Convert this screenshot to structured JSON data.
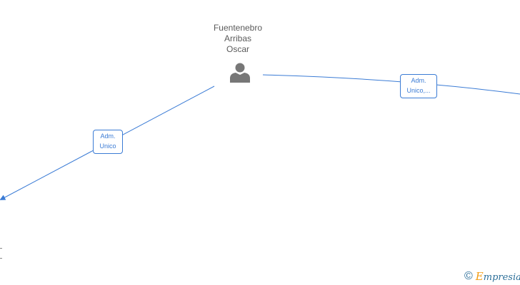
{
  "person": {
    "name_line1": "Fuentenebro",
    "name_line2": "Arribas",
    "name_line3": "Oscar",
    "icon": "person-icon"
  },
  "relations": [
    {
      "line1": "Adm.",
      "line2": "Unico"
    },
    {
      "line1": "Adm.",
      "line2": "Unico,..."
    }
  ],
  "watermark": {
    "copyright": "©",
    "brand_initial": "E",
    "brand_rest": "mpresia"
  },
  "colors": {
    "edge": "#3a7bd5",
    "person_icon": "#777777",
    "text": "#5a5a5a"
  }
}
